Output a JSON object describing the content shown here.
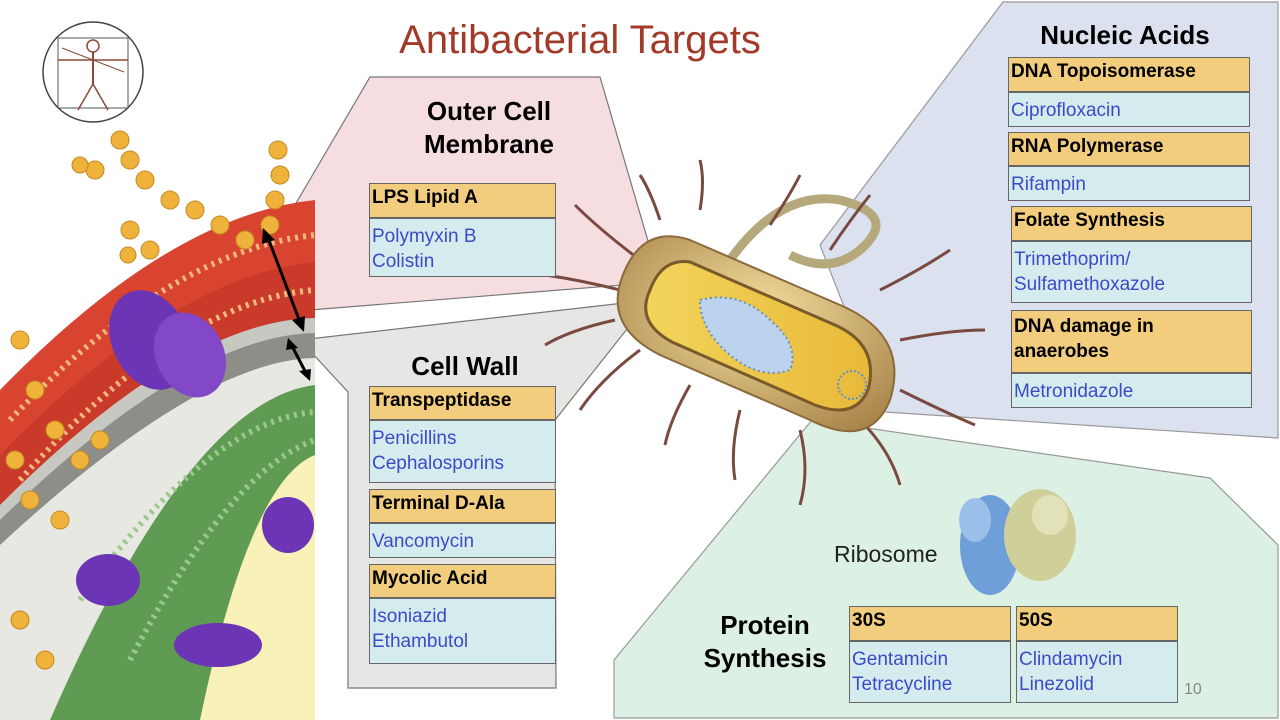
{
  "title": "Antibacterial Targets",
  "page_number": "10",
  "sections": {
    "outer_membrane": {
      "heading": [
        "Outer Cell",
        "Membrane"
      ],
      "targets": [
        {
          "target": "LPS Lipid A",
          "drugs": [
            "Polymyxin B",
            "Colistin"
          ]
        }
      ]
    },
    "cell_wall": {
      "heading": "Cell Wall",
      "targets": [
        {
          "target": "Transpeptidase",
          "drugs": [
            "Penicillins",
            "Cephalosporins"
          ]
        },
        {
          "target": "Terminal D-Ala",
          "drugs": [
            "Vancomycin"
          ]
        },
        {
          "target": "Mycolic Acid",
          "drugs": [
            "Isoniazid",
            "Ethambutol"
          ]
        }
      ]
    },
    "nucleic_acids": {
      "heading": "Nucleic Acids",
      "targets": [
        {
          "target": "DNA Topoisomerase",
          "drugs": [
            "Ciprofloxacin"
          ]
        },
        {
          "target": "RNA Polymerase",
          "drugs": [
            "Rifampin"
          ]
        },
        {
          "target": "Folate Synthesis",
          "drugs": [
            "Trimethoprim/",
            "Sulfamethoxazole"
          ]
        },
        {
          "target": "DNA damage in anaerobes",
          "drugs": [
            "Metronidazole"
          ]
        }
      ]
    },
    "protein_synthesis": {
      "heading": [
        "Protein",
        "Synthesis"
      ],
      "ribosome_label": "Ribosome",
      "targets": [
        {
          "target": "30S",
          "drugs": [
            "Gentamicin",
            "Tetracycline"
          ]
        },
        {
          "target": "50S",
          "drugs": [
            "Clindamycin",
            "Linezolid"
          ]
        }
      ]
    }
  },
  "colors": {
    "title": "#a23a2a",
    "target_header": "#f2cd7e",
    "drug_box": "#d5ecef",
    "drug_text": "#3b4bc8",
    "outer_membrane_panel": "#f5dde0",
    "cell_wall_panel": "#e6e6e4",
    "nucleic_acids_panel": "#dbe1ef",
    "protein_synthesis_panel": "#dcf0e4"
  }
}
